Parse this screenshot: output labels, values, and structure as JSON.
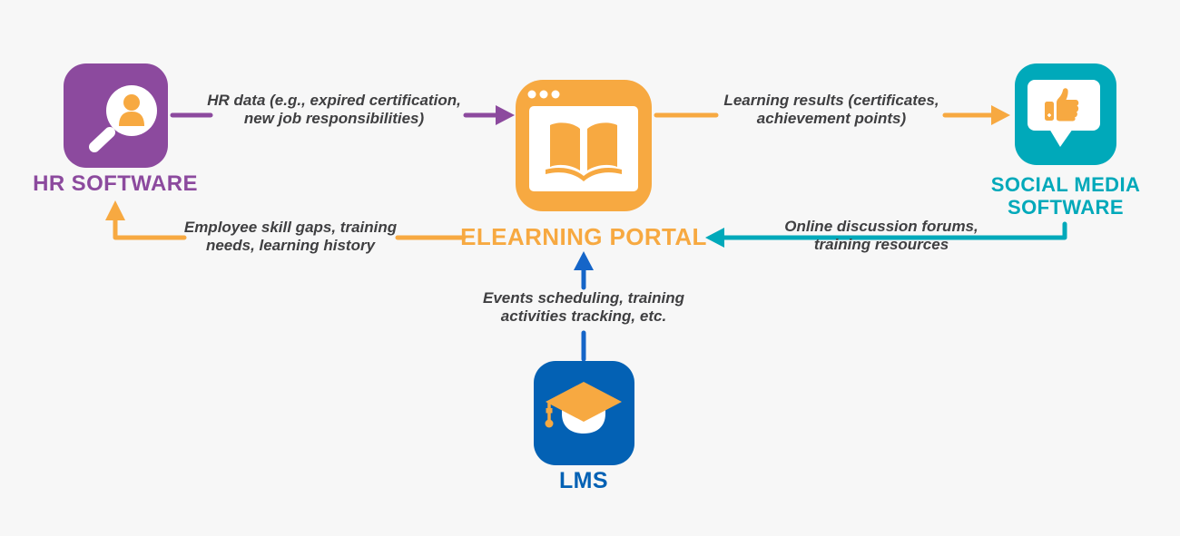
{
  "background_color": "#f7f7f7",
  "colors": {
    "purple": "#8c4a9e",
    "orange": "#f7a941",
    "teal": "#00a9ba",
    "blue_icon": "#0361b4",
    "blue_arrow": "#1565c8",
    "flow_text": "#3f3f41",
    "icon_glyph_white": "#ffffff"
  },
  "nodes": {
    "hr": {
      "label": "HR SOFTWARE",
      "icon": "magnifier-person-icon",
      "color": "#8c4a9e"
    },
    "portal": {
      "label": "ELEARNING PORTAL",
      "icon": "browser-open-book-icon",
      "color": "#f7a941"
    },
    "social": {
      "lines": [
        "SOCIAL MEDIA",
        "SOFTWARE"
      ],
      "icon": "thumbs-up-speech-bubble-icon",
      "color": "#00a9ba"
    },
    "lms": {
      "label": "LMS",
      "icon": "graduation-cap-icon",
      "color": "#0361b4"
    }
  },
  "flows": [
    {
      "from": "hr",
      "to": "portal",
      "color": "#8c4a9e",
      "lines": [
        "HR data (e.g., expired certification,",
        "new job responsibilities)"
      ]
    },
    {
      "from": "portal",
      "to": "social",
      "color": "#f7a941",
      "lines": [
        "Learning results (certificates,",
        "achievement points)"
      ]
    },
    {
      "from": "portal",
      "to": "hr",
      "color": "#f7a941",
      "lines": [
        "Employee skill gaps, training",
        "needs, learning history"
      ]
    },
    {
      "from": "social",
      "to": "portal",
      "color": "#00a9ba",
      "lines": [
        "Online discussion forums,",
        "training resources"
      ]
    },
    {
      "from": "lms",
      "to": "portal",
      "color": "#1565c8",
      "lines": [
        "Events scheduling, training",
        "activities tracking, etc."
      ]
    }
  ]
}
